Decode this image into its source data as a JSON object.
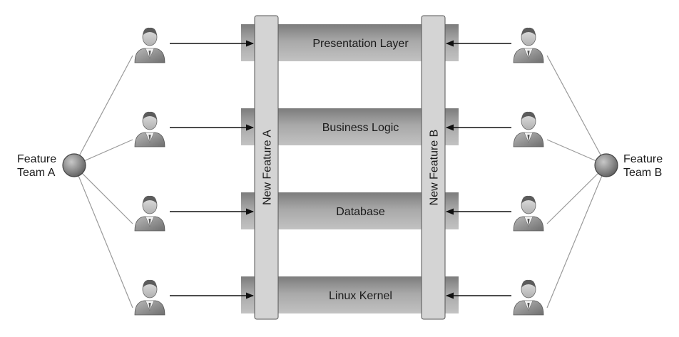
{
  "teams": {
    "a": {
      "line1": "Feature",
      "line2": "Team A"
    },
    "b": {
      "line1": "Feature",
      "line2": "Team B"
    }
  },
  "layers": [
    {
      "label": "Presentation Layer"
    },
    {
      "label": "Business Logic"
    },
    {
      "label": "Database"
    },
    {
      "label": "Linux Kernel"
    }
  ],
  "features": {
    "a": {
      "label": "New Feature A"
    },
    "b": {
      "label": "New Feature B"
    }
  },
  "developers_per_team": 4,
  "colors": {
    "layer_bar": "#9c9c9c",
    "feature_bar": "#d4d4d4",
    "team_node": "#8e8e8e",
    "arrow": "#111111",
    "connector": "#9a9a9a"
  }
}
